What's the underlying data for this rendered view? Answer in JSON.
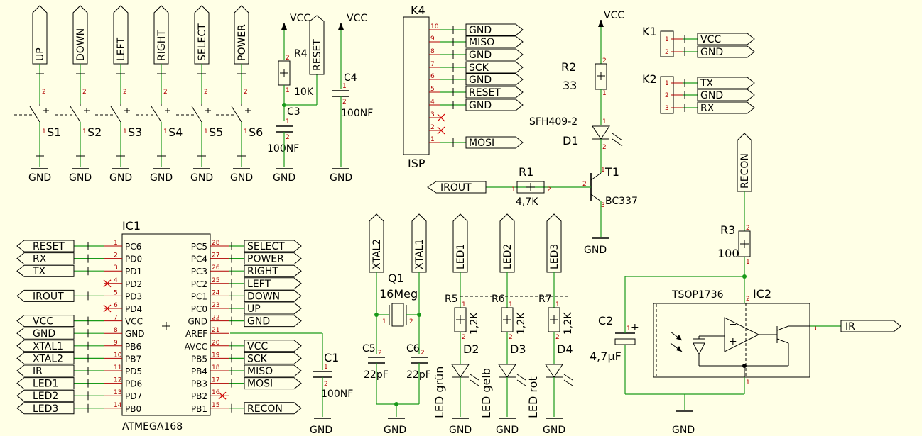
{
  "labels": {
    "btn_up": "UP",
    "btn_down": "DOWN",
    "btn_left": "LEFT",
    "btn_right": "RIGHT",
    "btn_select": "SELECT",
    "btn_power": "POWER",
    "s1": "S1",
    "s2": "S2",
    "s3": "S3",
    "s4": "S4",
    "s5": "S5",
    "s6": "S6",
    "gnd": "GND",
    "vcc": "VCC",
    "r4": "R4",
    "r4v": "10K",
    "reset": "RESET",
    "c3": "C3",
    "c3v": "100NF",
    "c4": "C4",
    "c4v": "100NF",
    "k4": "K4",
    "isp": "ISP",
    "isp_gnd": "GND",
    "isp_miso": "MISO",
    "isp_sck": "SCK",
    "isp_reset": "RESET",
    "isp_mosi": "MOSI",
    "r2": "R2",
    "r2v": "33",
    "sfh": "SFH409-2",
    "d1": "D1",
    "r1": "R1",
    "r1v": "4,7K",
    "irout": "IROUT",
    "t1": "T1",
    "bc337": "BC337",
    "k1": "K1",
    "k2": "K2",
    "tx": "TX",
    "rx": "RX",
    "recon": "RECON",
    "r3": "R3",
    "r3v": "100",
    "tsop": "TSOP1736",
    "ic2": "IC2",
    "c2": "C2",
    "c2v": "4,7µF",
    "ir": "IR",
    "ic1": "IC1",
    "atmega": "ATMEGA168",
    "aref": "AREF",
    "avcc": "AVCC",
    "c1": "C1",
    "c1v": "100NF",
    "xtal1": "XTAL1",
    "xtal2": "XTAL2",
    "q1": "Q1",
    "q1v": "16Meg",
    "c5": "C5",
    "c6": "C6",
    "c56v": "22pF",
    "led1": "LED1",
    "led2": "LED2",
    "led3": "LED3",
    "r5": "R5",
    "r6": "R6",
    "r7": "R7",
    "rled": "1,2K",
    "d2": "D2",
    "d3": "D3",
    "d4": "D4",
    "ledgr": "LED grün",
    "ledge": "LED gelb",
    "ledrt": "LED rot"
  },
  "ic1_left": [
    {
      "net": "RESET",
      "pin": "PC6",
      "num": "1"
    },
    {
      "net": "RX",
      "pin": "PD0",
      "num": "2"
    },
    {
      "net": "TX",
      "pin": "PD1",
      "num": "3"
    },
    {
      "net": "",
      "pin": "PD2",
      "num": "4"
    },
    {
      "net": "IROUT",
      "pin": "PD3",
      "num": "5"
    },
    {
      "net": "",
      "pin": "PD4",
      "num": "6"
    },
    {
      "net": "VCC",
      "pin": "VCC",
      "num": "7"
    },
    {
      "net": "GND",
      "pin": "GND",
      "num": "8"
    },
    {
      "net": "XTAL1",
      "pin": "PB6",
      "num": "9"
    },
    {
      "net": "XTAL2",
      "pin": "PB7",
      "num": "10"
    },
    {
      "net": "IR",
      "pin": "PD5",
      "num": "11"
    },
    {
      "net": "LED1",
      "pin": "PD6",
      "num": "12"
    },
    {
      "net": "LED2",
      "pin": "PD7",
      "num": "13"
    },
    {
      "net": "LED3",
      "pin": "PB0",
      "num": "14"
    }
  ],
  "ic1_right": [
    {
      "net": "SELECT",
      "pin": "PC5",
      "num": "28"
    },
    {
      "net": "POWER",
      "pin": "PC4",
      "num": "27"
    },
    {
      "net": "RIGHT",
      "pin": "PC3",
      "num": "26"
    },
    {
      "net": "LEFT",
      "pin": "PC2",
      "num": "25"
    },
    {
      "net": "DOWN",
      "pin": "PC1",
      "num": "24"
    },
    {
      "net": "UP",
      "pin": "PC0",
      "num": "23"
    },
    {
      "net": "GND",
      "pin": "GND",
      "num": "22"
    },
    {
      "net": "",
      "pin": "AREF",
      "num": "21"
    },
    {
      "net": "VCC",
      "pin": "AVCC",
      "num": "20"
    },
    {
      "net": "SCK",
      "pin": "PB5",
      "num": "19"
    },
    {
      "net": "MISO",
      "pin": "PB4",
      "num": "18"
    },
    {
      "net": "MOSI",
      "pin": "PB3",
      "num": "17"
    },
    {
      "net": "",
      "pin": "PB2",
      "num": "16"
    },
    {
      "net": "RECON",
      "pin": "PB1",
      "num": "15"
    }
  ]
}
